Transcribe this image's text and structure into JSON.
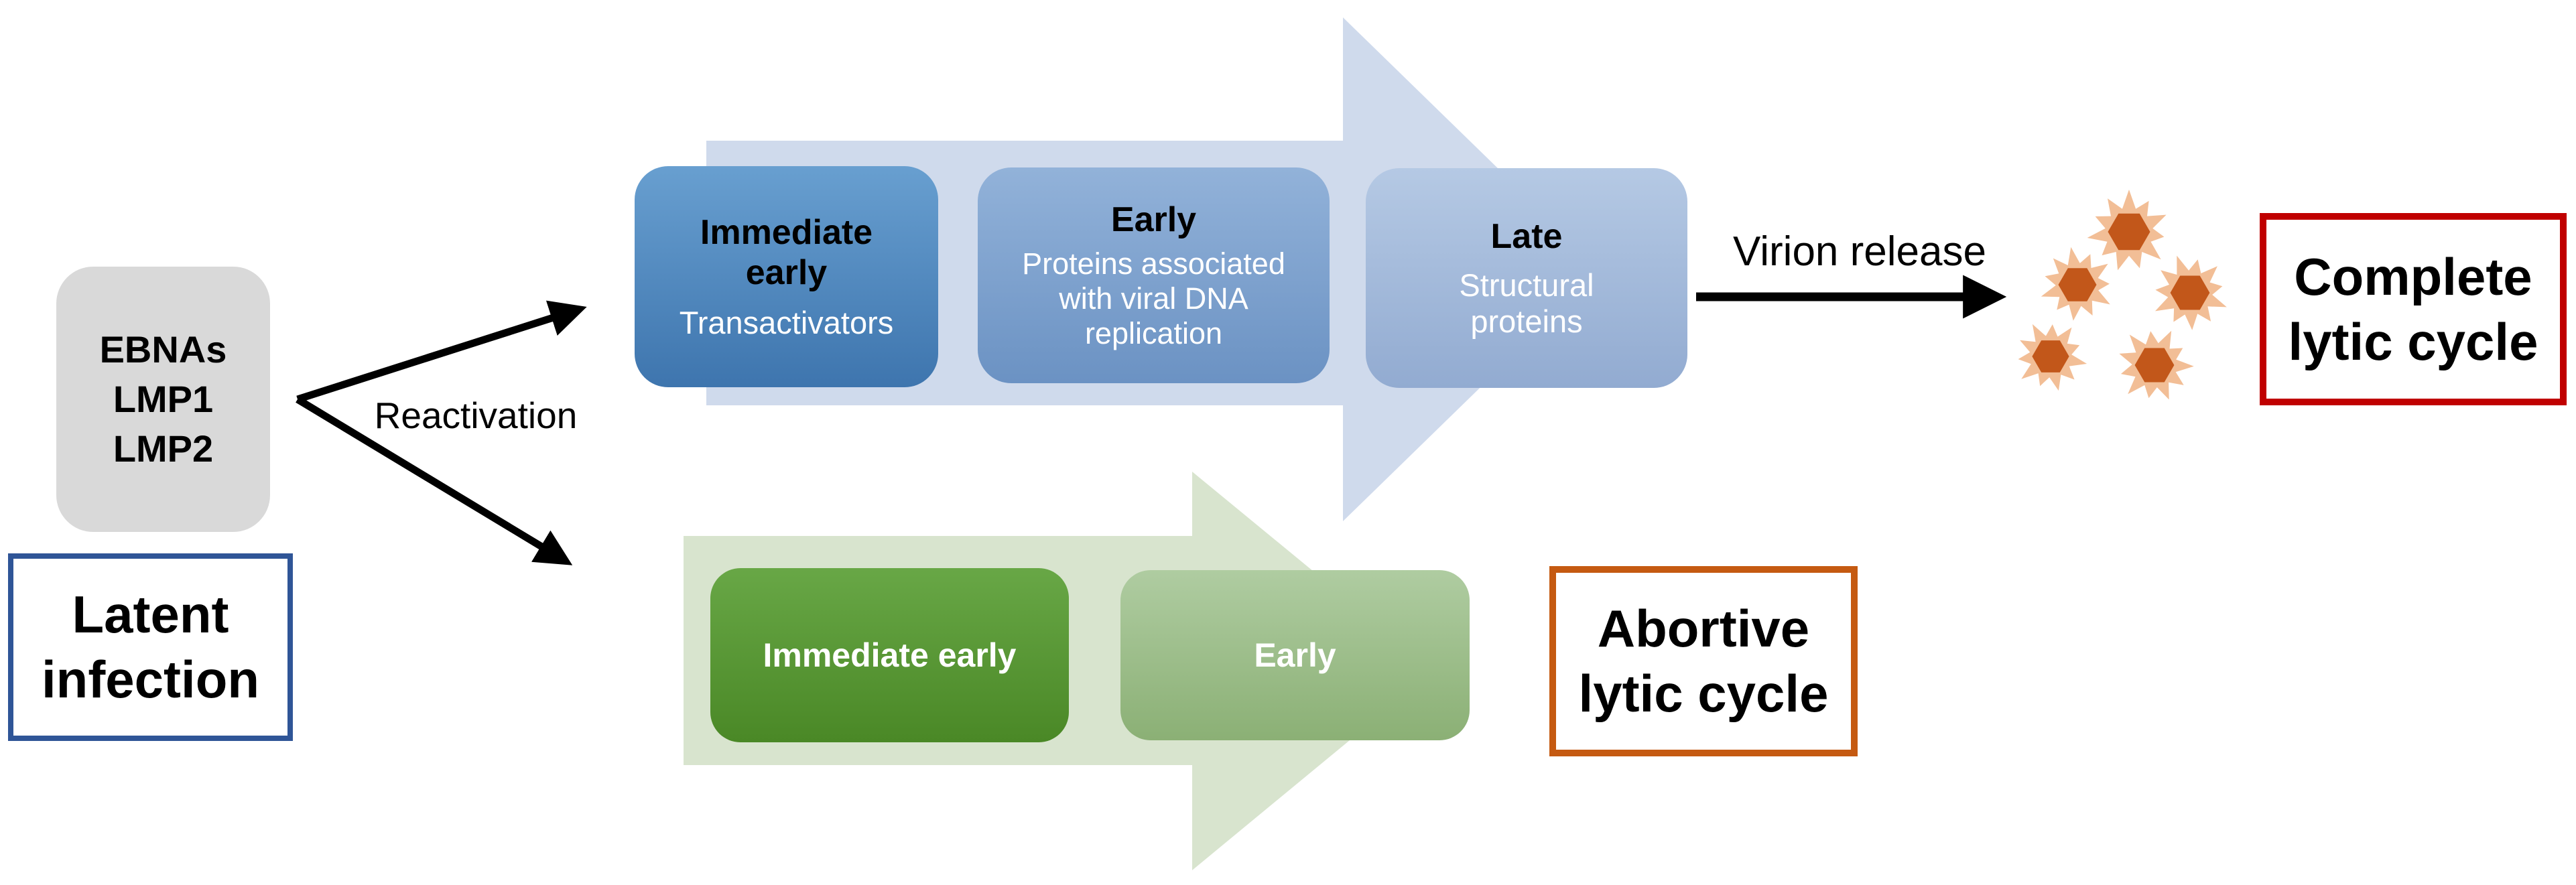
{
  "colors": {
    "page_bg": "#ffffff",
    "gray_box": "#d9d9d9",
    "latent_border": "#2f5597",
    "complete_border": "#c00000",
    "abortive_border": "#c55a11",
    "blue_band": "#cfdaec",
    "blue_stage1_top": "#689fd0",
    "blue_stage1_bottom": "#3e75ae",
    "blue_stage2_top": "#92b2d9",
    "blue_stage2_bottom": "#6b92c3",
    "blue_stage3_top": "#b5c9e4",
    "blue_stage3_bottom": "#92abd1",
    "green_band": "#d8e4ce",
    "green_stage1_top": "#68a746",
    "green_stage1_bottom": "#4a8826",
    "green_stage2_top": "#afcca1",
    "green_stage2_bottom": "#8bb075",
    "virion_spike": "#f2be96",
    "virion_core": "#c2571a",
    "arrow_black": "#000000"
  },
  "latent": {
    "genes": [
      "EBNAs",
      "LMP1",
      "LMP2"
    ],
    "label": "Latent\ninfection"
  },
  "reactivation_label": "Reactivation",
  "complete_cycle": {
    "stages": [
      {
        "title": "Immediate early",
        "subtitle": "Transactivators"
      },
      {
        "title": "Early",
        "subtitle": "Proteins associated with viral DNA replication"
      },
      {
        "title": "Late",
        "subtitle": "Structural proteins"
      }
    ],
    "virion_release_label": "Virion release",
    "virion_count": 5,
    "result_label": "Complete\nlytic cycle"
  },
  "abortive_cycle": {
    "stages": [
      {
        "title": "Immediate early"
      },
      {
        "title": "Early"
      }
    ],
    "result_label": "Abortive\nlytic cycle"
  }
}
